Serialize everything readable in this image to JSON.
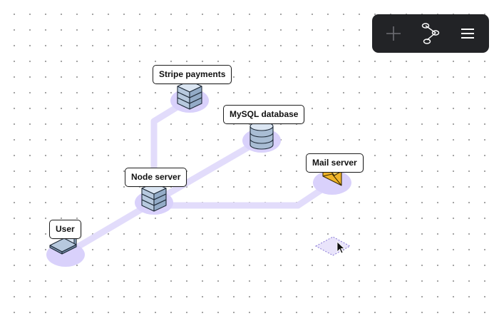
{
  "diagram": {
    "nodes": [
      {
        "id": "stripe",
        "label": "Stripe payments",
        "icon": "server-stack-icon"
      },
      {
        "id": "mysql",
        "label": "MySQL database",
        "icon": "database-icon"
      },
      {
        "id": "mail",
        "label": "Mail server",
        "icon": "envelope-icon"
      },
      {
        "id": "node",
        "label": "Node server",
        "icon": "server-stack-icon"
      },
      {
        "id": "user",
        "label": "User",
        "icon": "laptop-icon"
      }
    ],
    "connections": [
      {
        "from": "user",
        "to": "node"
      },
      {
        "from": "node",
        "to": "stripe"
      },
      {
        "from": "node",
        "to": "mysql"
      },
      {
        "from": "node",
        "to": "mail"
      }
    ]
  },
  "toolbar": {
    "tools": [
      {
        "name": "add",
        "icon": "plus-icon"
      },
      {
        "name": "connect",
        "icon": "connector-icon"
      },
      {
        "name": "menu",
        "icon": "hamburger-menu-icon"
      }
    ]
  },
  "colors": {
    "connector": "#e2dcfb",
    "halo": "#d9d1fb",
    "toolbar_bg": "#222326",
    "envelope": "#f0b429",
    "server_top": "#dbe6f3",
    "server_side": "#93abc7",
    "grid_dot": "#9b9b9b"
  }
}
